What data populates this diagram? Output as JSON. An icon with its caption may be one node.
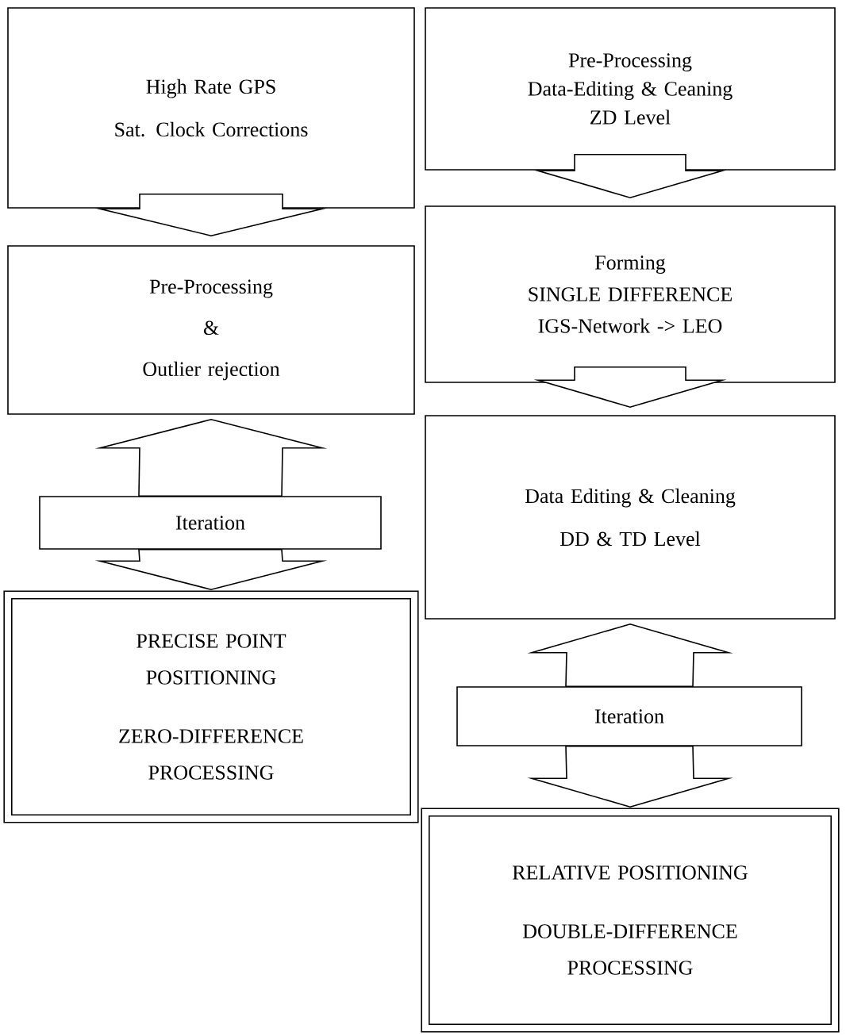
{
  "diagram": {
    "nodes": [
      {
        "text": [
          "High Rate GPS",
          "Sat. Clock Corrections"
        ]
      },
      {
        "text": [
          "Pre-Processing",
          "&",
          "Outlier rejection"
        ]
      },
      {
        "text": [
          "Iteration"
        ]
      },
      {
        "text": [
          "PRECISE POINT POSITIONING",
          "ZERO-DIFFERENCE PROCESSING"
        ]
      },
      {
        "text": [
          "Pre-Processing",
          "Data-Editing & Ceaning",
          "ZD Level"
        ]
      },
      {
        "text": [
          "Forming",
          "SINGLE DIFFERENCE",
          "IGS-Network -> LEO"
        ]
      },
      {
        "text": [
          "Data Editing & Cleaning",
          "DD & TD Level"
        ]
      },
      {
        "text": [
          "Iteration"
        ]
      },
      {
        "text": [
          "RELATIVE POSITIONING",
          "DOUBLE-DIFFERENCE PROCESSING"
        ]
      }
    ],
    "edges": [
      {
        "from": 0,
        "to": 1,
        "arrow": "to"
      },
      {
        "from": 2,
        "to": 1,
        "arrow": "to"
      },
      {
        "from": 2,
        "to": 3,
        "arrow": "to"
      },
      {
        "from": 4,
        "to": 5,
        "arrow": "to"
      },
      {
        "from": 5,
        "to": 6,
        "arrow": "to"
      },
      {
        "from": 7,
        "to": 6,
        "arrow": "to"
      },
      {
        "from": 7,
        "to": 8,
        "arrow": "to"
      }
    ]
  }
}
